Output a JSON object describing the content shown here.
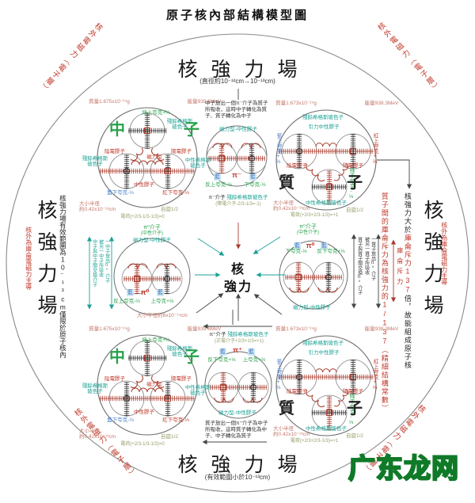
{
  "title": "原子核內部結構模型圖",
  "watermark": "广东龙网",
  "field": {
    "top": "核強力場",
    "top_note": "(直徑約10⁻¹²cm→10⁻¹³cm)",
    "bottom": "核強力場",
    "bottom_note": "(有效範圍小於10⁻¹³cm)",
    "left": "核強力場",
    "right": "核強力場",
    "left_note": "核強力場有效範圍為10⁻¹³cm僅限於原子核內",
    "left_red": "核外為庫侖電磁力主導",
    "right_red": "核外為庫侖電磁力主導",
    "right_note_1": "核強力大於",
    "right_note_red": "庫侖斥力137",
    "right_note_2": "倍，故能組成原子核",
    "right_red_note": "質子間的庫侖斥力為核強力的1/137（精細結構常數）",
    "coulomb": "庫侖斥力",
    "corner": "核外電磁力（電子層）"
  },
  "center": {
    "l1": "核",
    "l2": "強力"
  },
  "neutron": {
    "mass": "質量1.675x10⁻²⁴g",
    "energy": "能量939.6MeV",
    "c1": "中",
    "c2": "子",
    "q_top": "綠上夸克+⅔",
    "q_bl": "藍下夸克-⅓",
    "q_br": "紅下夸克-⅓",
    "g_left": "陰電膠子",
    "g_right": "陽電膠子",
    "g_neutral": "中性膠子",
    "magnet": "磁力型",
    "boson_a": "殘餘希格斯玻色子",
    "boson_b": "中性希格斯玻色子",
    "r1": "大小半徑",
    "r2": "約0.42x10⁻¹³cm",
    "spin": "自旋1/2",
    "charge": "電荷(+2/3-1/3-1/3)=0"
  },
  "proton": {
    "mass": "質量1.673x10⁻²⁴g",
    "energy": "能量938.3MeV",
    "c1": "質",
    "c2": "子",
    "q_left": "藍上夸克+⅔",
    "q_right": "紅上夸克+⅔",
    "q_bottom": "綠下夸克-⅓",
    "g_left": "陰電膠子",
    "g_right": "陽電膠子",
    "g_gravity": "引力中性膠子",
    "boson_a": "殘餘希格斯玻色子",
    "boson_b": "中性希格斯玻色子",
    "r1": "大小半徑",
    "r2": "約0.42x10⁻¹³cm",
    "spin": "自旋1/2",
    "charge": "電荷(+2/3+2/3-1/3)=+1"
  },
  "pi_minus": {
    "story1": "中子放出一個π⁻介子為質子",
    "story2": "所吸收，這時中子轉化為質",
    "story3": "子、質子轉化為中子",
    "gluon": "磁力型-中性膠子",
    "symbol": "π⁻",
    "tag": "藍",
    "q_left": "反上夸克-⅔",
    "q_right": "下夸克-⅓",
    "name": "π⁻介子",
    "boson": "殘餘希格斯玻色子",
    "note": "(帶電介子-2/3-1/3=-1)"
  },
  "pi_zero_left": {
    "name": "π⁰介子",
    "kind": "(中性介子)",
    "gluon": "磁力型-中性膠子",
    "symbol": "π⁰",
    "tag": "藍",
    "q_left": "反上夸克-⅔",
    "q_right": "上夸克+⅔",
    "radius": "大小半徑約6x10⁻¹⁴cm",
    "exchange": [
      "一中子放出π⁰介子",
      "被另一中子所吸收",
      "中子與中子間交換介子"
    ]
  },
  "pi_zero_right": {
    "name": "π⁰介子",
    "kind": "(中性介子)",
    "gluon": "磁力型-中性膠子",
    "symbol": "π⁰",
    "tag": "藍",
    "q_left": "下夸克-⅓",
    "q_right": "反下夸克+⅓",
    "exchange": [
      "一質子放出π⁰介子",
      "被另一質子所吸收",
      "質子與質子間交換π⁰介子"
    ]
  },
  "pi_plus": {
    "story1": "質子放出一個π⁺介子為中子",
    "story2": "所吸收，這時質子轉化為中",
    "story3": "子、中子轉化為質子",
    "gluon": "磁力型-中性膠子",
    "symbol": "π⁺",
    "tag": "藍",
    "q_left": "反下夸克+⅓",
    "q_right": "上夸克+⅔",
    "name": "π⁺介子",
    "boson": "殘餘希格斯玻色子",
    "note": "(正電介子+2/3+1/3=+1)"
  },
  "colors": {
    "red": "#c0392b",
    "teal": "#1aa295",
    "green": "#27a14b",
    "blue": "#4a7fd0",
    "pink": "#c4786b",
    "olive": "#97a06b",
    "ink": "#222222",
    "watermark_green": "#46b251",
    "ladder_red": "#a93b2d",
    "ladder_black": "#2e2e2e"
  }
}
